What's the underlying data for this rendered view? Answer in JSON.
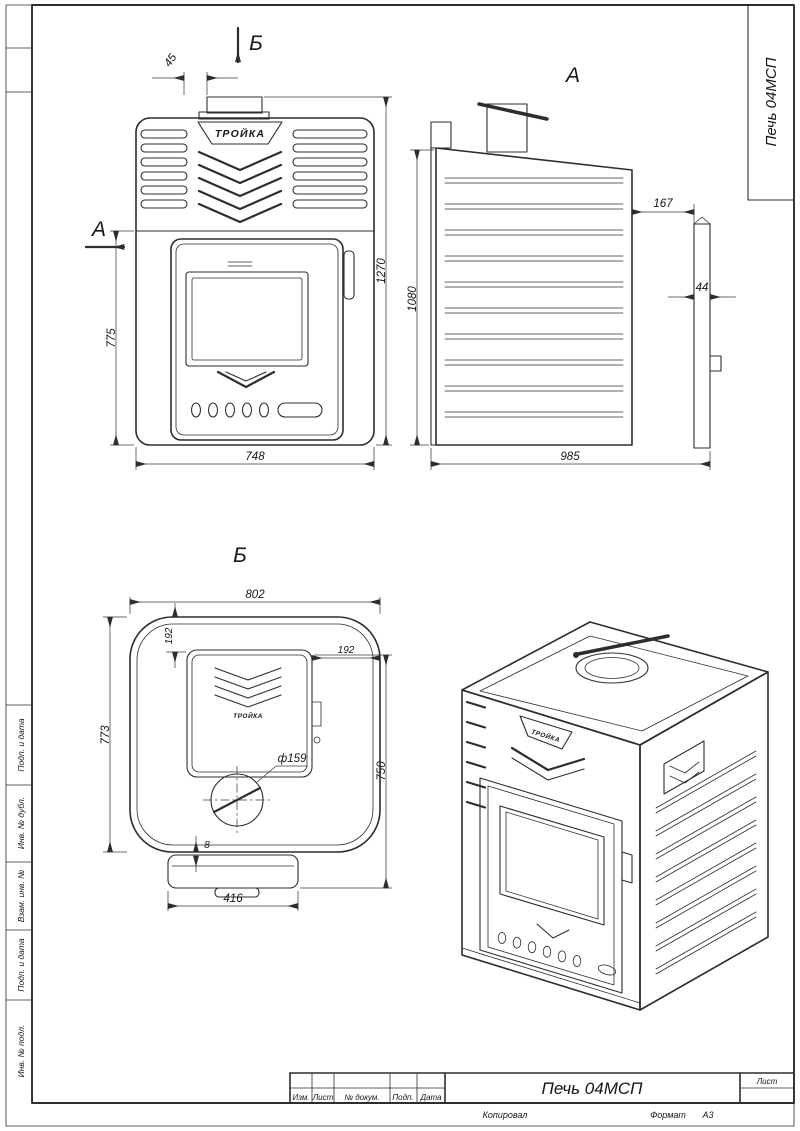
{
  "corner_stamp": {
    "label": "Печь 04МСП"
  },
  "left_stamps": {
    "s1": "Подп. и дата",
    "s2": "Инв. № дубл.",
    "s3": "Взам. инв. №",
    "s4": "Подп. и дата",
    "s5": "Инв. № подл."
  },
  "title_block": {
    "doc_title": "Печь 04МСП",
    "sheet_label": "Лист",
    "col_izm": "Изм.",
    "col_list": "Лист",
    "col_doc": "№ докум.",
    "col_podp": "Подп.",
    "col_data": "Дата",
    "kopiroval": "Копировал",
    "format_label": "Формат",
    "format_value": "А3"
  },
  "views": {
    "front": {
      "section_arrow": "Б",
      "view_arrow": "А",
      "brand": "ТРОЙКА",
      "dim_top_offset": "45",
      "dim_total_height": "1270",
      "dim_body_height": "775",
      "dim_width": "748"
    },
    "side": {
      "label": "А",
      "dim_height": "1080",
      "dim_depth": "985",
      "dim_gap": "167",
      "dim_flange": "44"
    },
    "top": {
      "label": "Б",
      "brand": "ТРОЙКА",
      "dim_width": "802",
      "dim_left_offset": "192",
      "dim_right_offset": "192",
      "dim_depth": "773",
      "dim_front_depth": "750",
      "dim_diameter": "ф159",
      "dim_gap": "8",
      "dim_shelf_width": "416"
    },
    "iso": {
      "brand": "ТРОЙКА"
    }
  }
}
